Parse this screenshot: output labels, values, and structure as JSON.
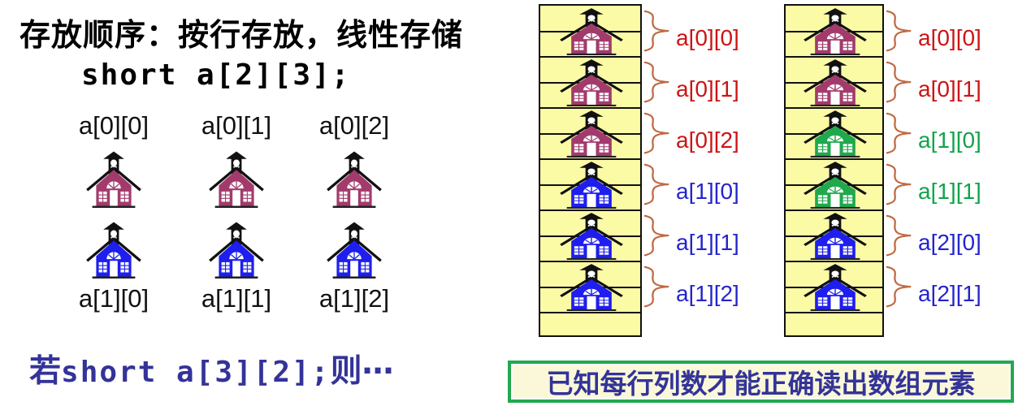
{
  "colors": {
    "maroon": "#A23B6C",
    "blue": "#1E1EEE",
    "green": "#1FA84C",
    "label_red": "#CC1414",
    "label_blue": "#2424CC",
    "label_green": "#11A34A",
    "brace": "#C06A44",
    "cell_bg": "#FBFBA6",
    "navy": "#333399",
    "text_black": "#000000",
    "callout_border": "#21A94F",
    "callout_bg": "#FAF8D8"
  },
  "left": {
    "title": "存放顺序：按行存放，线性存储",
    "code": "short a[2][3];",
    "row0_labels": [
      "a[0][0]",
      "a[0][1]",
      "a[0][2]"
    ],
    "row1_labels": [
      "a[1][0]",
      "a[1][1]",
      "a[1][2]"
    ],
    "row0_house_color": "maroon",
    "row1_house_color": "blue",
    "footer_prefix": "若",
    "footer_code": "short a[3][2];",
    "footer_suffix": "则⋯"
  },
  "memory": {
    "columns": [
      {
        "cells": 13,
        "trailing_empty_cells": 1,
        "elements": [
          {
            "label": "a[0][0]",
            "house": "maroon",
            "label_color": "label_red"
          },
          {
            "label": "a[0][1]",
            "house": "maroon",
            "label_color": "label_red"
          },
          {
            "label": "a[0][2]",
            "house": "maroon",
            "label_color": "label_red"
          },
          {
            "label": "a[1][0]",
            "house": "blue",
            "label_color": "label_blue"
          },
          {
            "label": "a[1][1]",
            "house": "blue",
            "label_color": "label_blue"
          },
          {
            "label": "a[1][2]",
            "house": "blue",
            "label_color": "label_blue"
          }
        ]
      },
      {
        "cells": 13,
        "trailing_empty_cells": 1,
        "elements": [
          {
            "label": "a[0][0]",
            "house": "maroon",
            "label_color": "label_red"
          },
          {
            "label": "a[0][1]",
            "house": "maroon",
            "label_color": "label_red"
          },
          {
            "label": "a[1][0]",
            "house": "green",
            "label_color": "label_green"
          },
          {
            "label": "a[1][1]",
            "house": "green",
            "label_color": "label_green"
          },
          {
            "label": "a[2][0]",
            "house": "blue",
            "label_color": "label_blue"
          },
          {
            "label": "a[2][1]",
            "house": "blue",
            "label_color": "label_blue"
          }
        ]
      }
    ]
  },
  "callout": {
    "text": "已知每行列数才能正确读出数组元素"
  }
}
